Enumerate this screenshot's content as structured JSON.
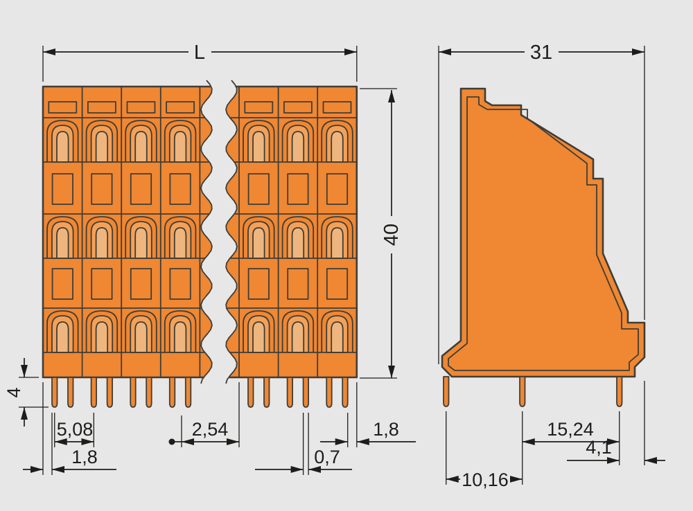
{
  "drawing": {
    "type": "technical-dimension-drawing",
    "dimensions": {
      "length": "L",
      "depth": "31",
      "height": "40",
      "pin_length": "4",
      "pitch": "5,08",
      "half_pitch": "2,54",
      "right_edge_offset": "1,8",
      "left_edge_offset": "1,8",
      "pin_width": "0,7",
      "pin_span_right": "15,24",
      "pin_to_edge": "4,1",
      "pin_span_left": "10,16"
    },
    "colors": {
      "background": "#e7e7e7",
      "body": "#ef8733",
      "body_light": "#f3a159",
      "body_core": "#eeb67e",
      "outline": "#3f3d36",
      "dimension": "#1d1d1b"
    }
  }
}
